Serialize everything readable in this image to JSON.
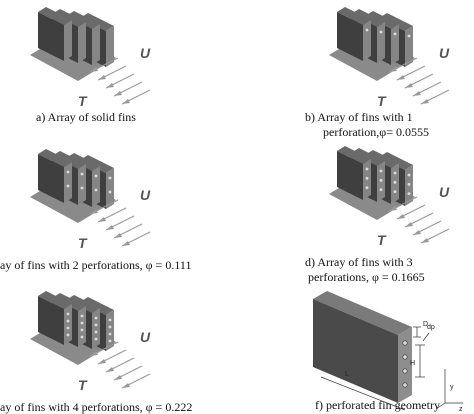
{
  "captions": {
    "a": "a) Array of solid fins",
    "b_line1": "b) Array of fins with 1",
    "b_line2": "perforation,φ= 0.0555",
    "c": "ay of fins with 2 perforations, φ = 0.111",
    "d_line1": "d) Array of fins with 3",
    "d_line2": "perforations, φ = 0.1665",
    "e": "ay of fins with 4 perforations, φ = 0.222",
    "f": "f) perforated fin geometry"
  },
  "labels": {
    "flow_velocity": "U",
    "flow_temperature": "T",
    "dim_D": "D",
    "dim_dp": "dp",
    "dim_H": "H",
    "dim_L": "L",
    "axis_y": "y",
    "axis_z": "z"
  },
  "panels": [
    {
      "id": "a",
      "perforations": 0
    },
    {
      "id": "b",
      "perforations": 1
    },
    {
      "id": "c",
      "perforations": 2
    },
    {
      "id": "d",
      "perforations": 3
    },
    {
      "id": "e",
      "perforations": 4
    }
  ],
  "colors": {
    "fin_top": "#6a6a6a",
    "fin_front": "#3f3f3f",
    "fin_side": "#858585",
    "base_plate": "#8a8a8a",
    "arrows": "#9a9a9a",
    "letters": "#555555"
  }
}
